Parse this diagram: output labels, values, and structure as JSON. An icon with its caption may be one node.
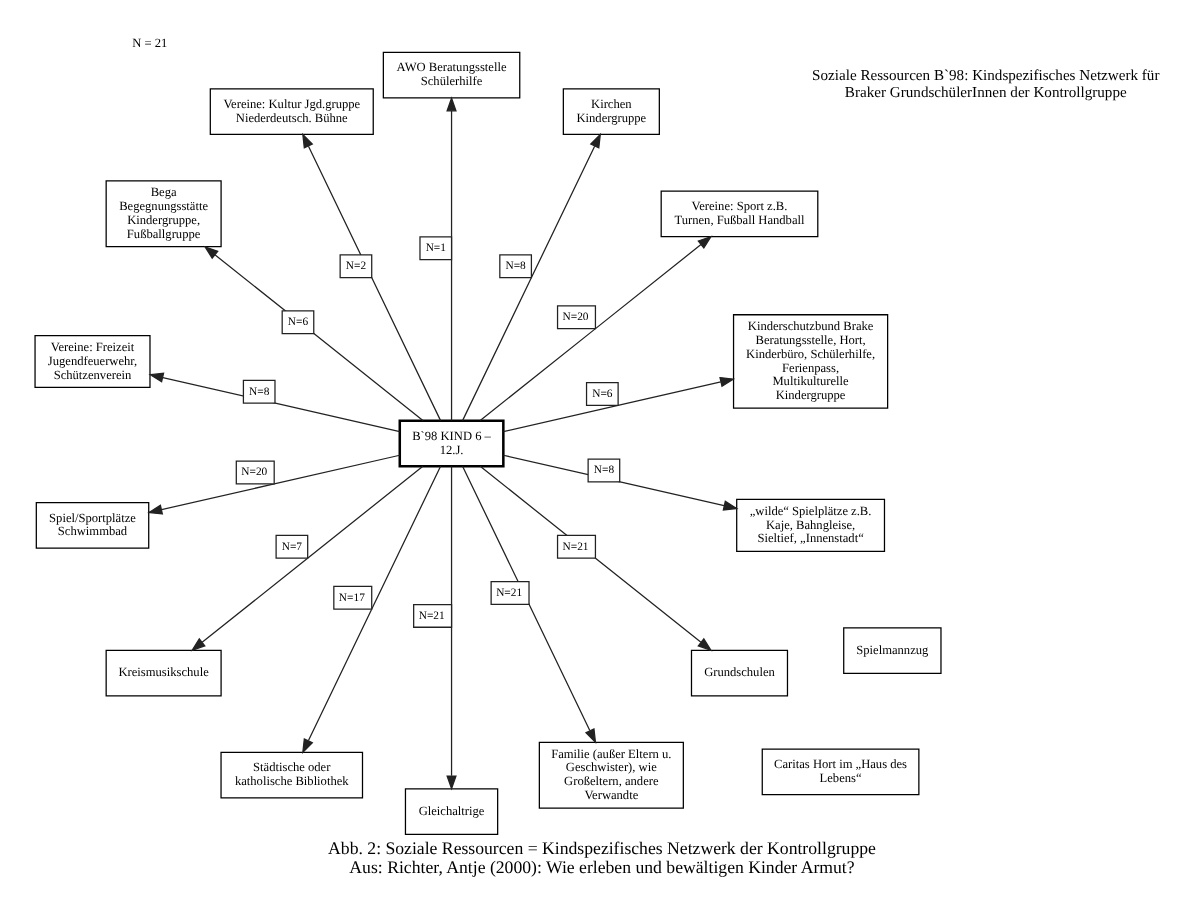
{
  "diagram": {
    "title": "Abb. 2: Soziale Ressourcen = Kindspezifisches Netzwerk der Kontrollgruppe",
    "caption": "Aus: Richter, Antje (2000): Wie erleben und bewältigen Kinder Armut?",
    "nodes": [
      {
        "text": [
          "B`98 KIND 6 – 12.J."
        ]
      },
      {
        "text": [
          "Caritas Hort im „Haus des Lebens“"
        ]
      },
      {
        "text": [
          "Kinderschutzbund Brake",
          "Beratungsstelle, Hort, Kinderbüro, Schülerhilfe, Ferienpass, Multikulturelle Kindergruppe"
        ]
      },
      {
        "text": [
          "Vereine: Sport z.B. Turnen, Fußball Handball"
        ]
      },
      {
        "text": [
          "Kirchen",
          "Kindergruppe"
        ]
      },
      {
        "text": [
          "AWO Beratungsstelle Schülerhilfe"
        ]
      },
      {
        "text": [
          "Vereine: Kultur Jgd.gruppe Niederdeutsch. Bühne"
        ]
      },
      {
        "text": [
          "Bega",
          "Begegnungsstätte Kindergruppe, Fußballgruppe"
        ]
      },
      {
        "text": [
          "Vereine: Freizeit Jugendfeuerwehr, Schützenverein"
        ]
      },
      {
        "text": [
          "Spiel/Sportplätze Schwimmbad"
        ]
      },
      {
        "text": [
          "Kreismusikschule"
        ]
      },
      {
        "text": [
          "Städtische oder katholische Bibliothek"
        ]
      },
      {
        "text": [
          "Gleichaltrige"
        ]
      },
      {
        "text": [
          "Spielmannzug"
        ]
      },
      {
        "text": [
          "Familie (außer Eltern u. Geschwister), wie Großeltern, andere Verwandte"
        ]
      },
      {
        "text": [
          "Grundschulen"
        ]
      },
      {
        "text": [
          "„wilde“ Spielplätze z.B. Kaje, Bahngleise, Sieltief, „Innenstadt“"
        ]
      }
    ],
    "edges": [
      {
        "from": 0,
        "to": 2,
        "arrow": "to",
        "label": "N=6"
      },
      {
        "from": 0,
        "to": 3,
        "arrow": "to",
        "label": "N=20"
      },
      {
        "from": 0,
        "to": 4,
        "arrow": "to",
        "label": "N=8"
      },
      {
        "from": 0,
        "to": 5,
        "arrow": "to",
        "label": "N=1"
      },
      {
        "from": 0,
        "to": 6,
        "arrow": "to",
        "label": "N=2"
      },
      {
        "from": 0,
        "to": 7,
        "arrow": "to",
        "label": "N=6"
      },
      {
        "from": 0,
        "to": 8,
        "arrow": "to",
        "label": "N=8"
      },
      {
        "from": 0,
        "to": 9,
        "arrow": "to",
        "label": "N=20"
      },
      {
        "from": 0,
        "to": 10,
        "arrow": "to",
        "label": "N=7"
      },
      {
        "from": 0,
        "to": 11,
        "arrow": "to",
        "label": "N=17"
      },
      {
        "from": 0,
        "to": 12,
        "arrow": "to",
        "label": "N=21"
      },
      {
        "from": 0,
        "to": 14,
        "arrow": "to",
        "label": "N=21"
      },
      {
        "from": 0,
        "to": 15,
        "arrow": "to",
        "label": "N=21"
      },
      {
        "from": 0,
        "to": 16,
        "arrow": "to",
        "label": "N=8"
      }
    ],
    "labels": [
      "Soziale Ressourcen B`98: Kindspezifisches Netzwerk für Braker GrundschülerInnen der Kontrollgruppe",
      "N = 21"
    ]
  }
}
